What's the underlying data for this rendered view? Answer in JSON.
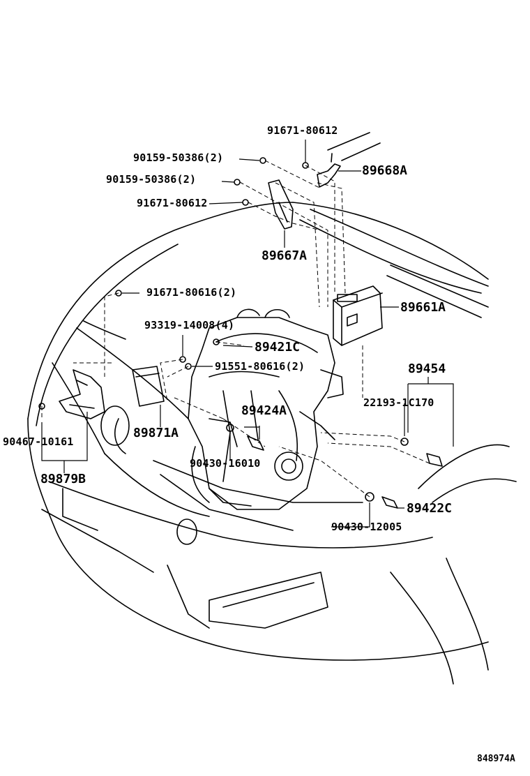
{
  "diagram_id": "848974A",
  "labels": {
    "p91671_80612_top": "91671-80612",
    "p90159_50386_a": "90159-50386(2)",
    "p90159_50386_b": "90159-50386(2)",
    "p91671_80612_mid": "91671-80612",
    "p89668A": "89668A",
    "p89667A": "89667A",
    "p91671_80616": "91671-80616(2)",
    "p89661A": "89661A",
    "p93319_14008": "93319-14008(4)",
    "p89421C": "89421C",
    "p91551_80616": "91551-80616(2)",
    "p89454": "89454",
    "p22193_1C170": "22193-1C170",
    "p89424A": "89424A",
    "p90467_10161": "90467-10161",
    "p89871A": "89871A",
    "p90430_16010": "90430-16010",
    "p89879B": "89879B",
    "p89422C": "89422C",
    "p90430_12005": "90430-12005"
  },
  "colors": {
    "line": "#000000",
    "background": "#ffffff"
  }
}
